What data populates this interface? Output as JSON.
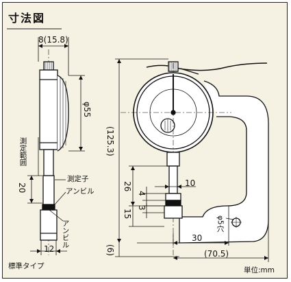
{
  "title": "寸法図",
  "labels": {
    "measuring_range": "測定範囲",
    "contact_point": "測定子",
    "anvil_side": "アンビル",
    "anvil_bottom": "アンビル",
    "standard_type": "標準タイプ",
    "unit": "単位:mm",
    "hole": "φ5穴"
  },
  "dimensions": {
    "width": "8(15.8)",
    "dial_diameter": "φ55",
    "height_total": "(125.3)",
    "range_20": "20",
    "spindle_12": "12",
    "throat_10": "10",
    "depth_26": "26",
    "gap_4": "4",
    "gap_3": "3",
    "base_15": "15",
    "bottom_6": "(6)",
    "throat_30": "30",
    "length_70_5": "(70.5)"
  }
}
